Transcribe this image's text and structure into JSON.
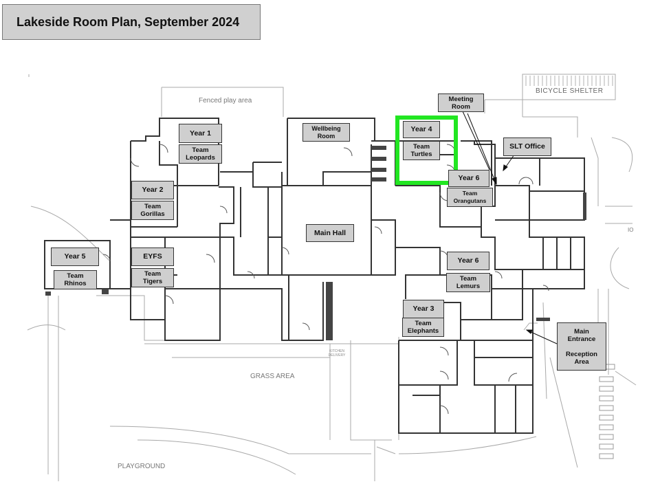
{
  "title": "Lakeside Room Plan, September 2024",
  "areas": {
    "fenced_play_area": "Fenced play area",
    "bicycle_shelter": "BICYCLE SHELTER",
    "grass_area": "GRASS AREA",
    "playground": "PLAYGROUND",
    "kitchen_delivery": "KITCHEN\nDELIVERY",
    "edge_marker": "IO"
  },
  "rooms": {
    "year1": "Year 1",
    "team_leopards": "Team\nLeopards",
    "wellbeing_room": "Wellbeing\nRoom",
    "year4": "Year 4",
    "team_turtles": "Team\nTurtles",
    "meeting_room": "Meeting\nRoom",
    "slt_office": "SLT Office",
    "year6_top": "Year 6",
    "team_orangutans": "Team\nOrangutans",
    "year2": "Year 2",
    "team_gorillas": "Team\nGorillas",
    "main_hall": "Main Hall",
    "year5": "Year  5",
    "team_rhinos": "Team\nRhinos",
    "eyfs": "EYFS",
    "team_tigers": "Team\nTigers",
    "year6_bottom": "Year 6",
    "team_lemurs": "Team\nLemurs",
    "year3": "Year 3",
    "team_elephants": "Team\nElephants",
    "main_entrance": "Main\nEntrance\n\nReception\nArea"
  },
  "highlight": {
    "room": "Year 4",
    "color": "#22e622"
  },
  "colors": {
    "label_fill": "#cfcfcf",
    "wall": "#333333",
    "site": "#9a9a9a"
  }
}
